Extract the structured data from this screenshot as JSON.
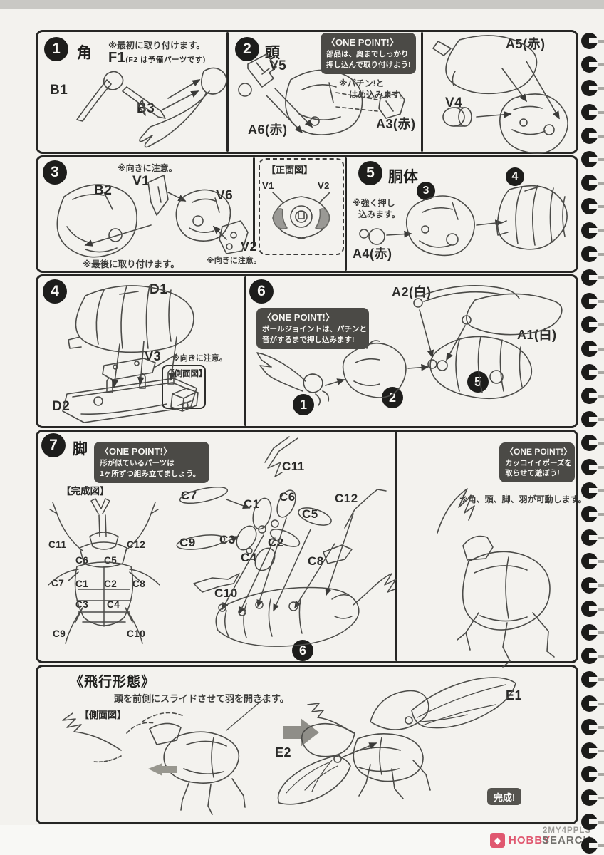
{
  "colors": {
    "accent_box": "#4b4a46",
    "badge_black": "#1d1d1b",
    "brand_pink": "#e05870",
    "brand_gray": "#72716d"
  },
  "panels": {
    "step1": {
      "number": "1",
      "title": "角",
      "first_note": "※最初に取り付けます。",
      "part_f1": "F1",
      "part_f1_note": "(F2 は予備パーツです)",
      "part_b1": "B1",
      "part_b3": "B3"
    },
    "step2": {
      "number": "2",
      "title": "頭",
      "one_point_title": "〈ONE POINT!〉",
      "one_point_line1": "部品は、奥までしっかり",
      "one_point_line2": "押し込んで取り付けよう!",
      "part_v5": "V5",
      "snap_note_line1": "※パチン!と",
      "snap_note_line2": "はめ込みます。",
      "part_a6": "A6(赤)",
      "part_a3": "A3(赤)"
    },
    "step2b": {
      "part_a5": "A5(赤)",
      "part_v4": "V4"
    },
    "step3": {
      "number": "3",
      "orientation_note": "※向きに注意。",
      "part_v1": "V1",
      "part_b2": "B2",
      "part_v6": "V6",
      "part_v2": "V2",
      "orientation_note2": "※向きに注意。",
      "last_note": "※最後に取り付けます。"
    },
    "front_view": {
      "title": "【正面図】",
      "part_v1": "V1",
      "part_v2": "V2"
    },
    "step5": {
      "number": "5",
      "title": "胴体",
      "ref3": "3",
      "ref4": "4",
      "push_note_line1": "※強く押し",
      "push_note_line2": "込みます。",
      "part_a4": "A4(赤)"
    },
    "step4": {
      "number": "4",
      "part_d1": "D1",
      "part_v3": "V3",
      "orientation_note": "※向きに注意。",
      "side_view_title": "【側面図】",
      "part_d2": "D2"
    },
    "step6": {
      "number": "6",
      "one_point_title": "〈ONE POINT!〉",
      "one_point_line1": "ボールジョイントは、パチンと",
      "one_point_line2": "音がするまで押し込みます!",
      "part_a2": "A2(白)",
      "part_a1": "A1(白)",
      "ref1": "1",
      "ref2": "2",
      "ref5": "5"
    },
    "step7": {
      "number": "7",
      "title": "脚",
      "one_point_title": "〈ONE POINT!〉",
      "one_point_line1": "形が似ているパーツは",
      "one_point_line2": "1ヶ所ずつ組み立てましょう。",
      "complete_view_title": "【完成図】",
      "ref6": "6",
      "figure_labels": [
        [
          "C11",
          68,
          757
        ],
        [
          "C12",
          178,
          757
        ],
        [
          "C6",
          106,
          779
        ],
        [
          "C5",
          146,
          779
        ],
        [
          "C7",
          72,
          811
        ],
        [
          "C1",
          106,
          812
        ],
        [
          "C2",
          146,
          812
        ],
        [
          "C8",
          186,
          812
        ],
        [
          "C3",
          106,
          841
        ],
        [
          "C4",
          150,
          841
        ],
        [
          "C9",
          74,
          882
        ],
        [
          "C10",
          178,
          882
        ]
      ],
      "diagram_labels": [
        [
          "C11",
          396,
          645
        ],
        [
          "C7",
          254,
          686
        ],
        [
          "C6",
          392,
          688
        ],
        [
          "C12",
          470,
          690
        ],
        [
          "C1",
          342,
          698
        ],
        [
          "C5",
          424,
          712
        ],
        [
          "C9",
          252,
          752
        ],
        [
          "C3",
          308,
          748
        ],
        [
          "C2",
          376,
          752
        ],
        [
          "C4",
          338,
          773
        ],
        [
          "C8",
          432,
          778
        ],
        [
          "C10",
          301,
          823
        ]
      ]
    },
    "step7b": {
      "one_point_title": "〈ONE POINT!〉",
      "one_point_line1": "カッコイイポーズを",
      "one_point_line2": "取らせて遊ぼう!",
      "movable_note": "※角、頭、脚、羽が可動します。"
    },
    "step8": {
      "title": "《飛行形態》",
      "instruction": "頭を前側にスライドさせて羽を開きます。",
      "side_view_title": "【側面図】",
      "part_e1": "E1",
      "part_e2": "E2",
      "complete_badge": "完成!"
    }
  },
  "footer": {
    "watermark": "2MY4PPLS",
    "brand_hobby": "HOBBY",
    "brand_search": "SEARCH"
  },
  "binding": {
    "ring_count": 35
  }
}
